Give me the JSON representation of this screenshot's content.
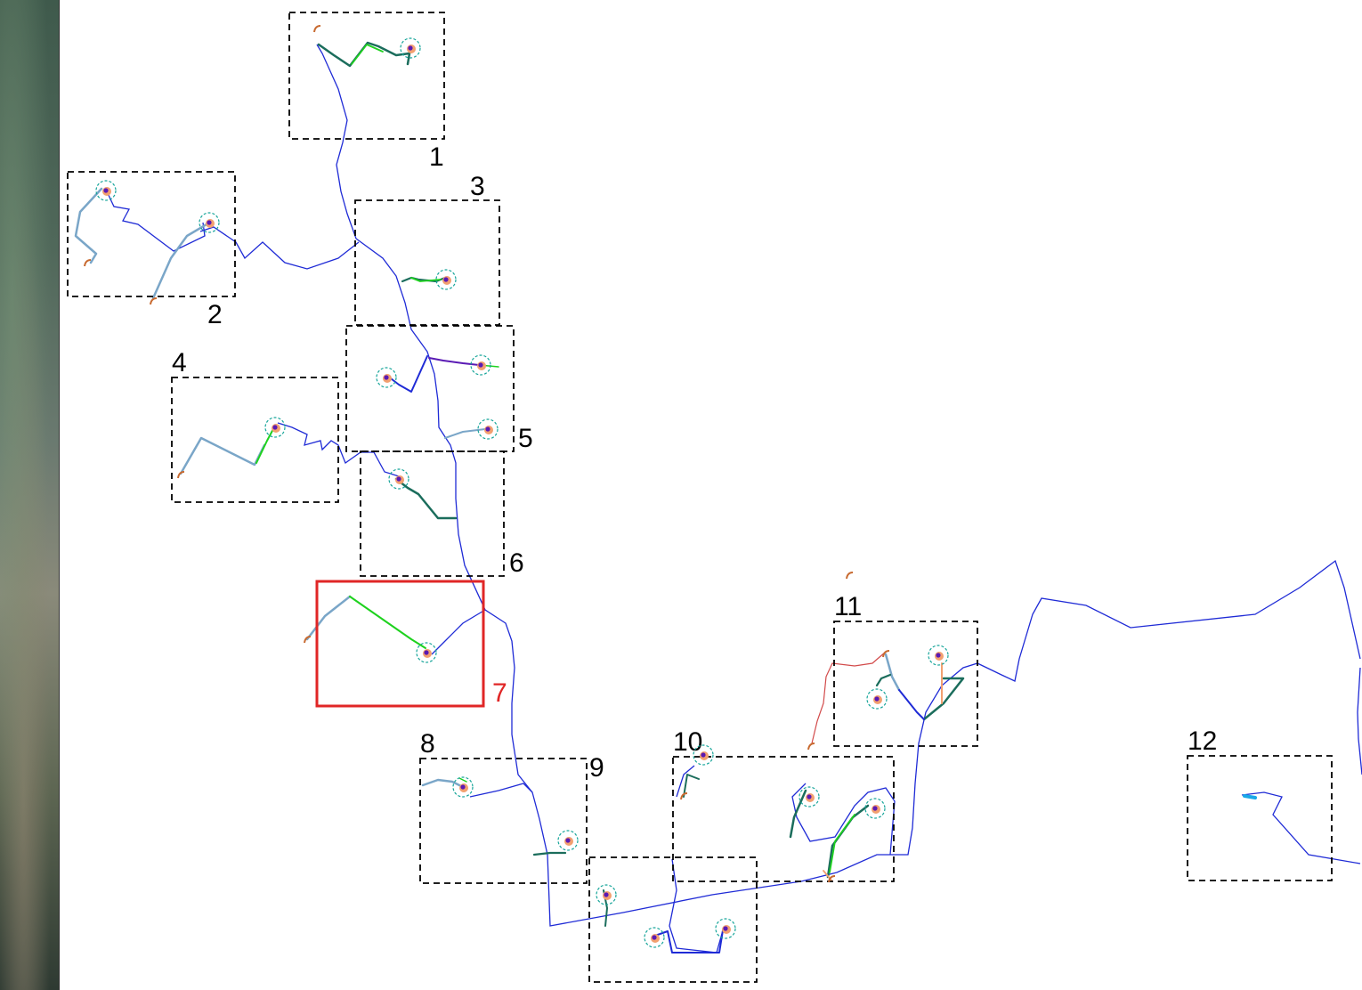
{
  "zones": [
    {
      "id": "1"
    },
    {
      "id": "2"
    },
    {
      "id": "3"
    },
    {
      "id": "4"
    },
    {
      "id": "5"
    },
    {
      "id": "6"
    },
    {
      "id": "7",
      "highlight": true
    },
    {
      "id": "8"
    },
    {
      "id": "9"
    },
    {
      "id": "10"
    },
    {
      "id": "11"
    },
    {
      "id": "12"
    }
  ],
  "colors": {
    "route_line": "#1f2bd6",
    "zone_border": "#000000",
    "highlight_border": "#e02626",
    "highlight_label": "#e02626",
    "trajectory_green": "#1ed21e",
    "trajectory_steel": "#7aa6c8",
    "target_circle": "#17a59a",
    "target_fill": "#f2a070",
    "target_core": "#5a1ab4",
    "side_track": "#d24a4a"
  }
}
